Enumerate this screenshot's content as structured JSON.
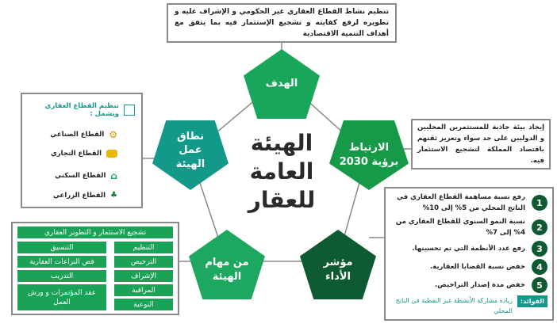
{
  "title": [
    "الهيئة",
    "العامة",
    "للعقار"
  ],
  "nodes": {
    "goal": {
      "label": "الهدف",
      "color": "#17a65a"
    },
    "vision": {
      "label": "الارتباط برؤية 2030",
      "color": "#169a48"
    },
    "kpi": {
      "label": "مؤشر الأداء",
      "color": "#0e5a32"
    },
    "tasks": {
      "label": "من مهام الهيئة",
      "color": "#1ea85f"
    },
    "scope": {
      "label": "نطاق عمل الهيئة",
      "color": "#13998a"
    }
  },
  "goal_text": "تنظيم نشاط القطاع العقاري غير الحكومي و الإشراف عليه و تطويره لرفع كفايته و تشجيع الإستثمار فيه بما يتفق مع أهداف التنمية الاقتصادية",
  "vision_text": "إيجاد بيئة جاذبة للمستثمرين المحليين و الدوليين على حد سواء وتعزيز ثقتهم باقتصاد المملكة لتشجيع الاستثمار فيه.",
  "scope": {
    "heading": "تنظيم القطاع العقاري ويشمل :",
    "items": [
      {
        "label": "القطاع الصناعي",
        "icon": "gears-icon"
      },
      {
        "label": "القطاع التجاري",
        "icon": "coins-icon"
      },
      {
        "label": "القطاع السكني",
        "icon": "house-icon"
      },
      {
        "label": "القطاع الزراعي",
        "icon": "plants-icon"
      }
    ]
  },
  "kpi": {
    "items": [
      {
        "num": "1",
        "text": "رفع نسبة مساهمة القطاع العقاري في الناتج المحلي من 5% إلى 10%"
      },
      {
        "num": "2",
        "text": "نسبة النمو السنوي للقطاع العقاري من 4% إلى 7%"
      },
      {
        "num": "3",
        "text": "رفع عدد الأنظمة التي تم تحسينها."
      },
      {
        "num": "4",
        "text": "خفض نسبة القضايا العقارية."
      },
      {
        "num": "5",
        "text": "خفض مدة إصدار التراخيص."
      }
    ],
    "benefits_label": "الفوائد:",
    "benefits_text": "زيادة مشاركة الأنشطة غير النفطية في الناتج المحلي"
  },
  "tasks": {
    "header": "تشجيع الاستثمار و التطوير العقاري",
    "right": [
      "التنظيم",
      "الترخيص",
      "الإشراف",
      "المراقبة",
      "التوعية"
    ],
    "left": [
      "التنسيق",
      "فض النزاعات العقارية",
      "التدريب",
      "عقد المؤتمرات و ورش العمل"
    ]
  }
}
